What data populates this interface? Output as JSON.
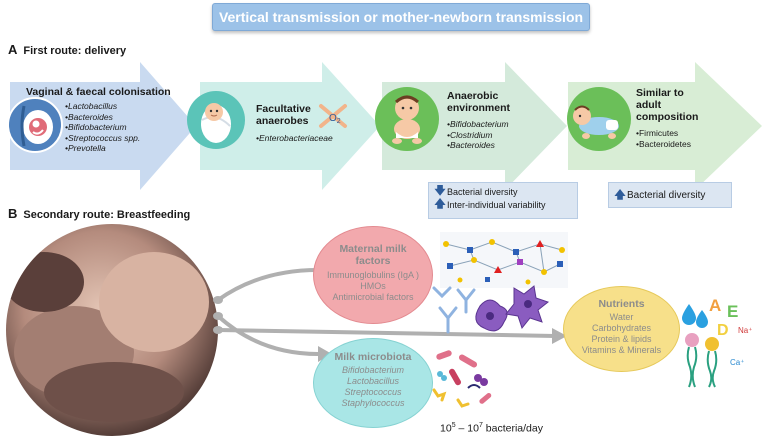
{
  "title": "Vertical transmission or mother-newborn transmission",
  "section_a": {
    "letter": "A",
    "label": "First route: delivery"
  },
  "section_b": {
    "letter": "B",
    "label": "Secondary route: Breastfeeding"
  },
  "stages": [
    {
      "title": "Vaginal & faecal colonisation",
      "items": [
        "Lactobacillus",
        "Bacteroides",
        "Bifidobacterium",
        "Streptococcus spp.",
        "Prevotella"
      ]
    },
    {
      "title_lines": [
        "Facultative",
        "anaerobes"
      ],
      "items": [
        "Enterobacteriaceae"
      ],
      "o2_label": "O2"
    },
    {
      "title_lines": [
        "Anaerobic",
        "environment"
      ],
      "items": [
        "Bifidobacterium",
        "Clostridium",
        "Bacteroides"
      ]
    },
    {
      "title_lines": [
        "Similar to",
        "adult",
        "composition"
      ],
      "items": [
        "Firmicutes",
        "Bacteroidetes"
      ]
    }
  ],
  "info_left": [
    {
      "direction": "down",
      "text": "Bacterial diversity"
    },
    {
      "direction": "up",
      "text": "Inter-individual variability"
    }
  ],
  "info_right": {
    "direction": "up",
    "text": "Bacterial diversity"
  },
  "maternal_milk": {
    "title_lines": [
      "Maternal milk",
      "factors"
    ],
    "items": [
      "Immunoglobulins (IgA )",
      "HMOs",
      "Antimicrobial factors"
    ]
  },
  "milk_microbiota": {
    "title": "Milk microbiota",
    "items": [
      "Bifidobacterium",
      "Lactobacillus",
      "Streptococcus",
      "Staphylococcus"
    ]
  },
  "nutrients": {
    "title": "Nutrients",
    "items": [
      "Water",
      "Carbohydrates",
      "Protein & lipids",
      "Vitamins & Minerals"
    ]
  },
  "bacteria_per_day": {
    "prefix": "10",
    "exp1": "5",
    "mid": " – 10",
    "exp2": "7",
    "suffix": " bacteria/day"
  },
  "vitamin_letters": [
    "A",
    "E",
    "D"
  ],
  "ions": [
    "Na⁺",
    "Ca⁺"
  ],
  "colors": {
    "banner": "#9cc2e8",
    "arrow_blue": "#c9daf0",
    "arrow_teal": "#cfeee9",
    "arrow_green": "#d8edd5",
    "maternal_circle": "#f2a9ad",
    "microbiota_circle": "#a9e6e6",
    "nutrients_circle": "#f7e08a",
    "info_arrow": "#2e5c9a"
  }
}
